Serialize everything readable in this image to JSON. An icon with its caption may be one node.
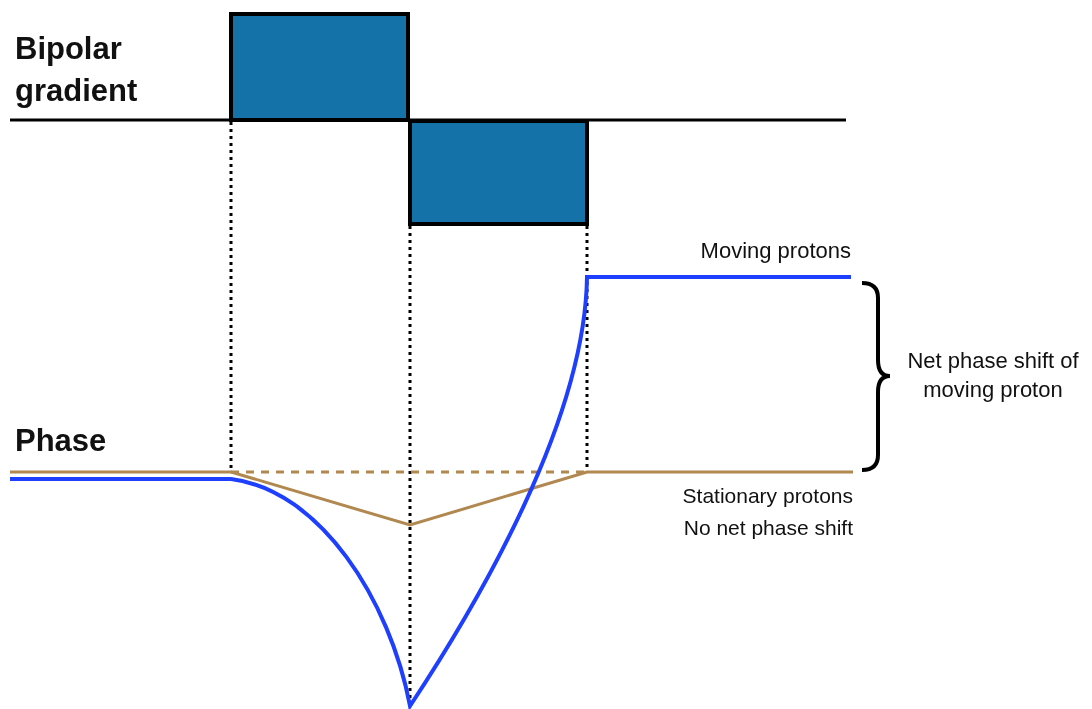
{
  "diagram": {
    "labels": [
      "Bipolar gradient",
      "Moving protons",
      "Net phase shift of moving proton",
      "Phase",
      "Stationary protons No net phase shift"
    ]
  }
}
